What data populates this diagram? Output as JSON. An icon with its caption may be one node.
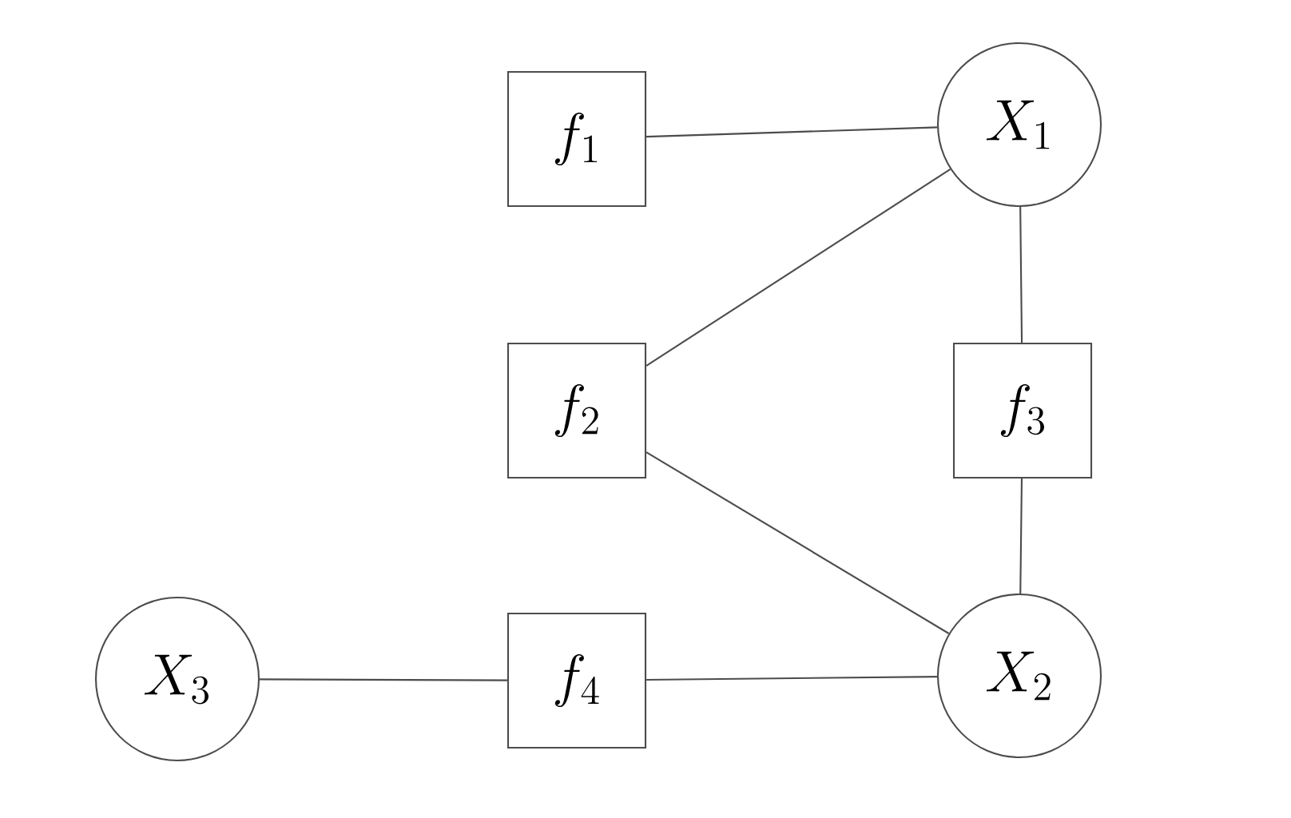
{
  "diagram": {
    "nodes": [
      {
        "text": [
          "f_1"
        ]
      },
      {
        "text": [
          "X_1"
        ]
      },
      {
        "text": [
          "f_2"
        ]
      },
      {
        "text": [
          "f_3"
        ]
      },
      {
        "text": [
          "X_3"
        ]
      },
      {
        "text": [
          "f_4"
        ]
      },
      {
        "text": [
          "X_2"
        ]
      }
    ],
    "edges": [
      {
        "from": 0,
        "to": 1,
        "arrow": "none"
      },
      {
        "from": 1,
        "to": 2,
        "arrow": "none"
      },
      {
        "from": 1,
        "to": 3,
        "arrow": "none"
      },
      {
        "from": 2,
        "to": 6,
        "arrow": "none"
      },
      {
        "from": 3,
        "to": 6,
        "arrow": "none"
      },
      {
        "from": 4,
        "to": 5,
        "arrow": "none"
      },
      {
        "from": 5,
        "to": 6,
        "arrow": "none"
      }
    ]
  }
}
